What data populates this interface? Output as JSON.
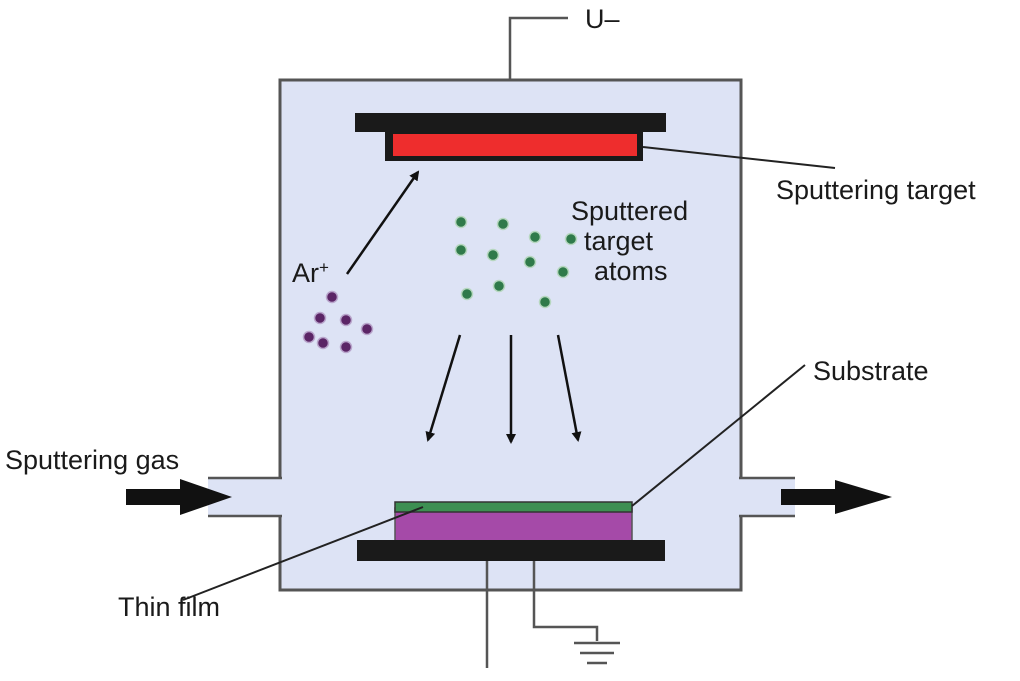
{
  "labels": {
    "voltage": "U–",
    "sputtering_target": "Sputtering target",
    "sputtered_atoms": [
      "Sputtered",
      "target",
      "atoms"
    ],
    "argon_ion": "Ar",
    "argon_ion_charge": "+",
    "substrate": "Substrate",
    "sputtering_gas": "Sputtering gas",
    "thin_film": "Thin film"
  },
  "colors": {
    "chamber_fill": "#dde3f5",
    "chamber_stroke": "#555555",
    "target_holder": "#1a1a1a",
    "target": "#ee2d2d",
    "substrate": "#a54aa8",
    "thin_film": "#3d8f52",
    "sputtered_atom": "#2f7a4a",
    "argon_ion": "#5b2566",
    "arrow": "#111111"
  },
  "icons": {
    "gas_inlet_arrow": "arrow-right-icon",
    "gas_outlet_arrow": "arrow-right-icon",
    "ground": "ground-icon"
  }
}
